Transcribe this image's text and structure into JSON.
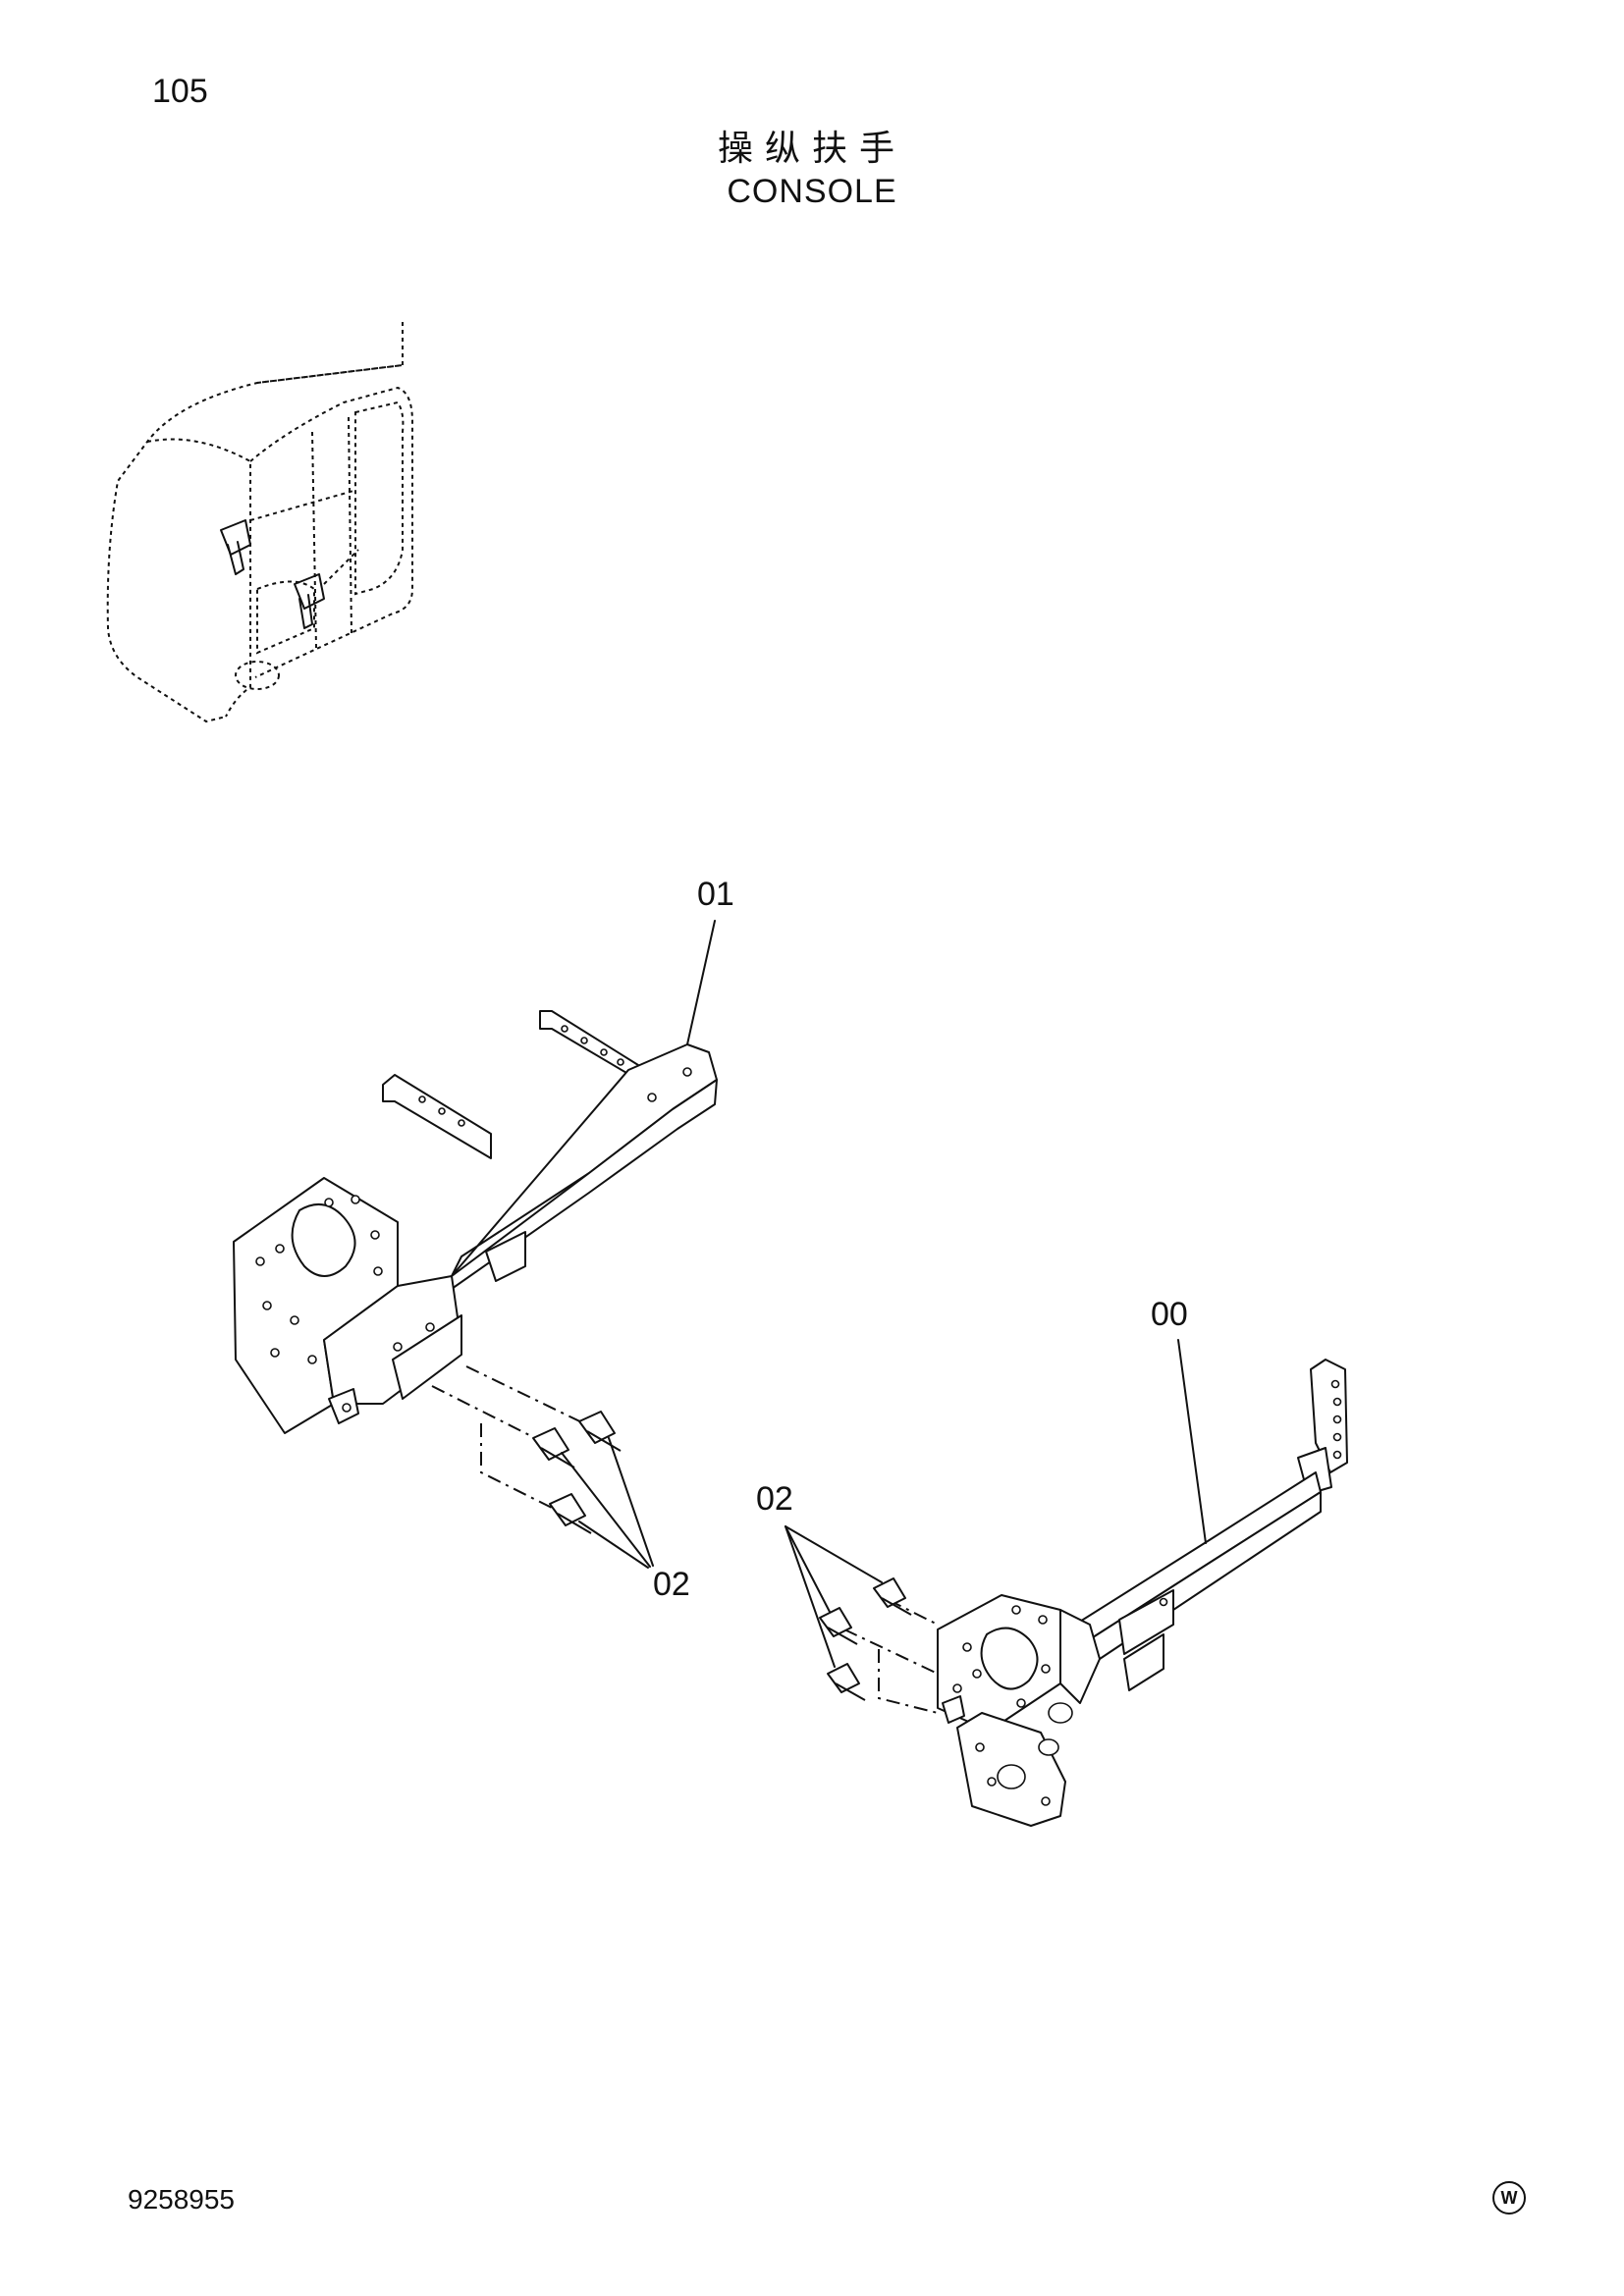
{
  "page_number": "105",
  "title_zh": "操纵扶手",
  "title_en": "CONSOLE",
  "callouts": {
    "part_01": "01",
    "part_00": "00",
    "part_02_left": "02",
    "part_02_right": "02"
  },
  "document_code": "9258955",
  "corner_mark": "W"
}
